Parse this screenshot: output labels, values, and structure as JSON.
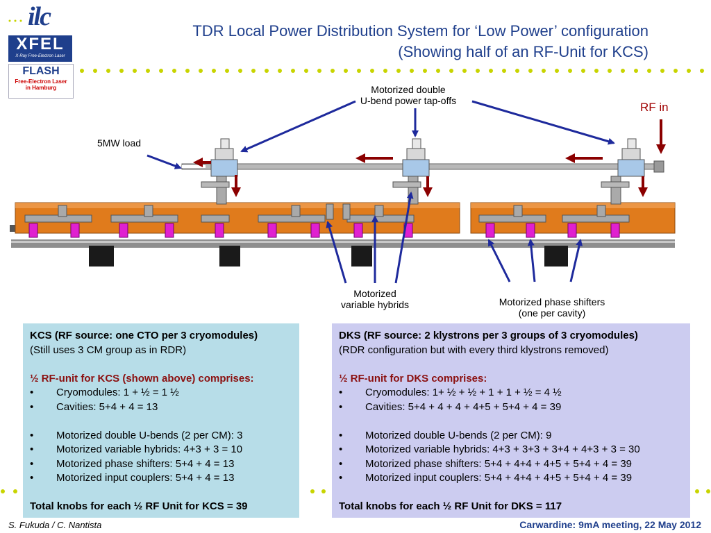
{
  "logos": {
    "ilc": "ilc",
    "xfel": "XFEL",
    "xfel_sub": "X-Ray Free-Electron Laser",
    "flash": "FLASH",
    "flash_sub1": "Free-Electron Laser",
    "flash_sub2": "in Hamburg"
  },
  "title": {
    "line1": "TDR Local Power Distribution System for ‘Low Power’ configuration",
    "line2": "(Showing half of an RF-Unit for KCS)"
  },
  "labels": {
    "ubend_1": "Motorized double",
    "ubend_2": "U-bend power tap-offs",
    "load": "5MW load",
    "rf_in": "RF in",
    "hybrids_1": "Motorized",
    "hybrids_2": "variable hybrids",
    "phase_1": "Motorized phase shifters",
    "phase_2": "(one per cavity)"
  },
  "kcs": {
    "heading": "KCS (RF source: one CTO per 3 cryomodules)",
    "note": "(Still uses 3 CM group as in RDR)",
    "subheading": "½ RF-unit for KCS (shown above) comprises:",
    "items_a": [
      "Cryomodules: 1 + ½ = 1 ½",
      "Cavities: 5+4 + 4 = 13"
    ],
    "items_b": [
      "Motorized double U-bends (2 per CM): 3",
      "Motorized variable hybrids: 4+3 + 3 = 10",
      "Motorized phase shifters: 5+4 + 4 = 13",
      "Motorized input couplers: 5+4 + 4 = 13"
    ],
    "total": "Total knobs for each ½ RF Unit for KCS = 39"
  },
  "dks": {
    "heading": "DKS (RF source: 2 klystrons per 3 groups of 3 cryomodules)",
    "note": "(RDR configuration but with every third klystrons removed)",
    "subheading": "½ RF-unit for DKS comprises:",
    "items_a": [
      "Cryomodules: 1+ ½ + ½  + 1 + 1 + ½ = 4 ½",
      "Cavities:  5+4 + 4 + 4 + 4+5 + 5+4 + 4 = 39"
    ],
    "items_b": [
      "Motorized double U-bends (2 per CM): 9",
      "Motorized variable hybrids: 4+3 + 3+3 + 3+4 + 4+3 + 3 = 30",
      "Motorized phase shifters: 5+4 + 4+4 + 4+5 + 5+4 + 4 = 39",
      "Motorized input couplers: 5+4 + 4+4 + 4+5 + 5+4 + 4 = 39"
    ],
    "total": "Total knobs for each ½ RF Unit for DKS = 117"
  },
  "footer": {
    "left": "S. Fukuda / C. Nantista",
    "right": "Carwardine: 9mA meeting, 22 May 2012"
  },
  "colors": {
    "title": "#1f3f8c",
    "cryomodule": "#e07b1c",
    "coupler": "#e020d0",
    "arrow_blue": "#1e2a9c",
    "arrow_red": "#8b0000",
    "kcs_panel": "#b7dde8",
    "dks_panel": "#ccccf0",
    "dots": "#c8d400"
  }
}
